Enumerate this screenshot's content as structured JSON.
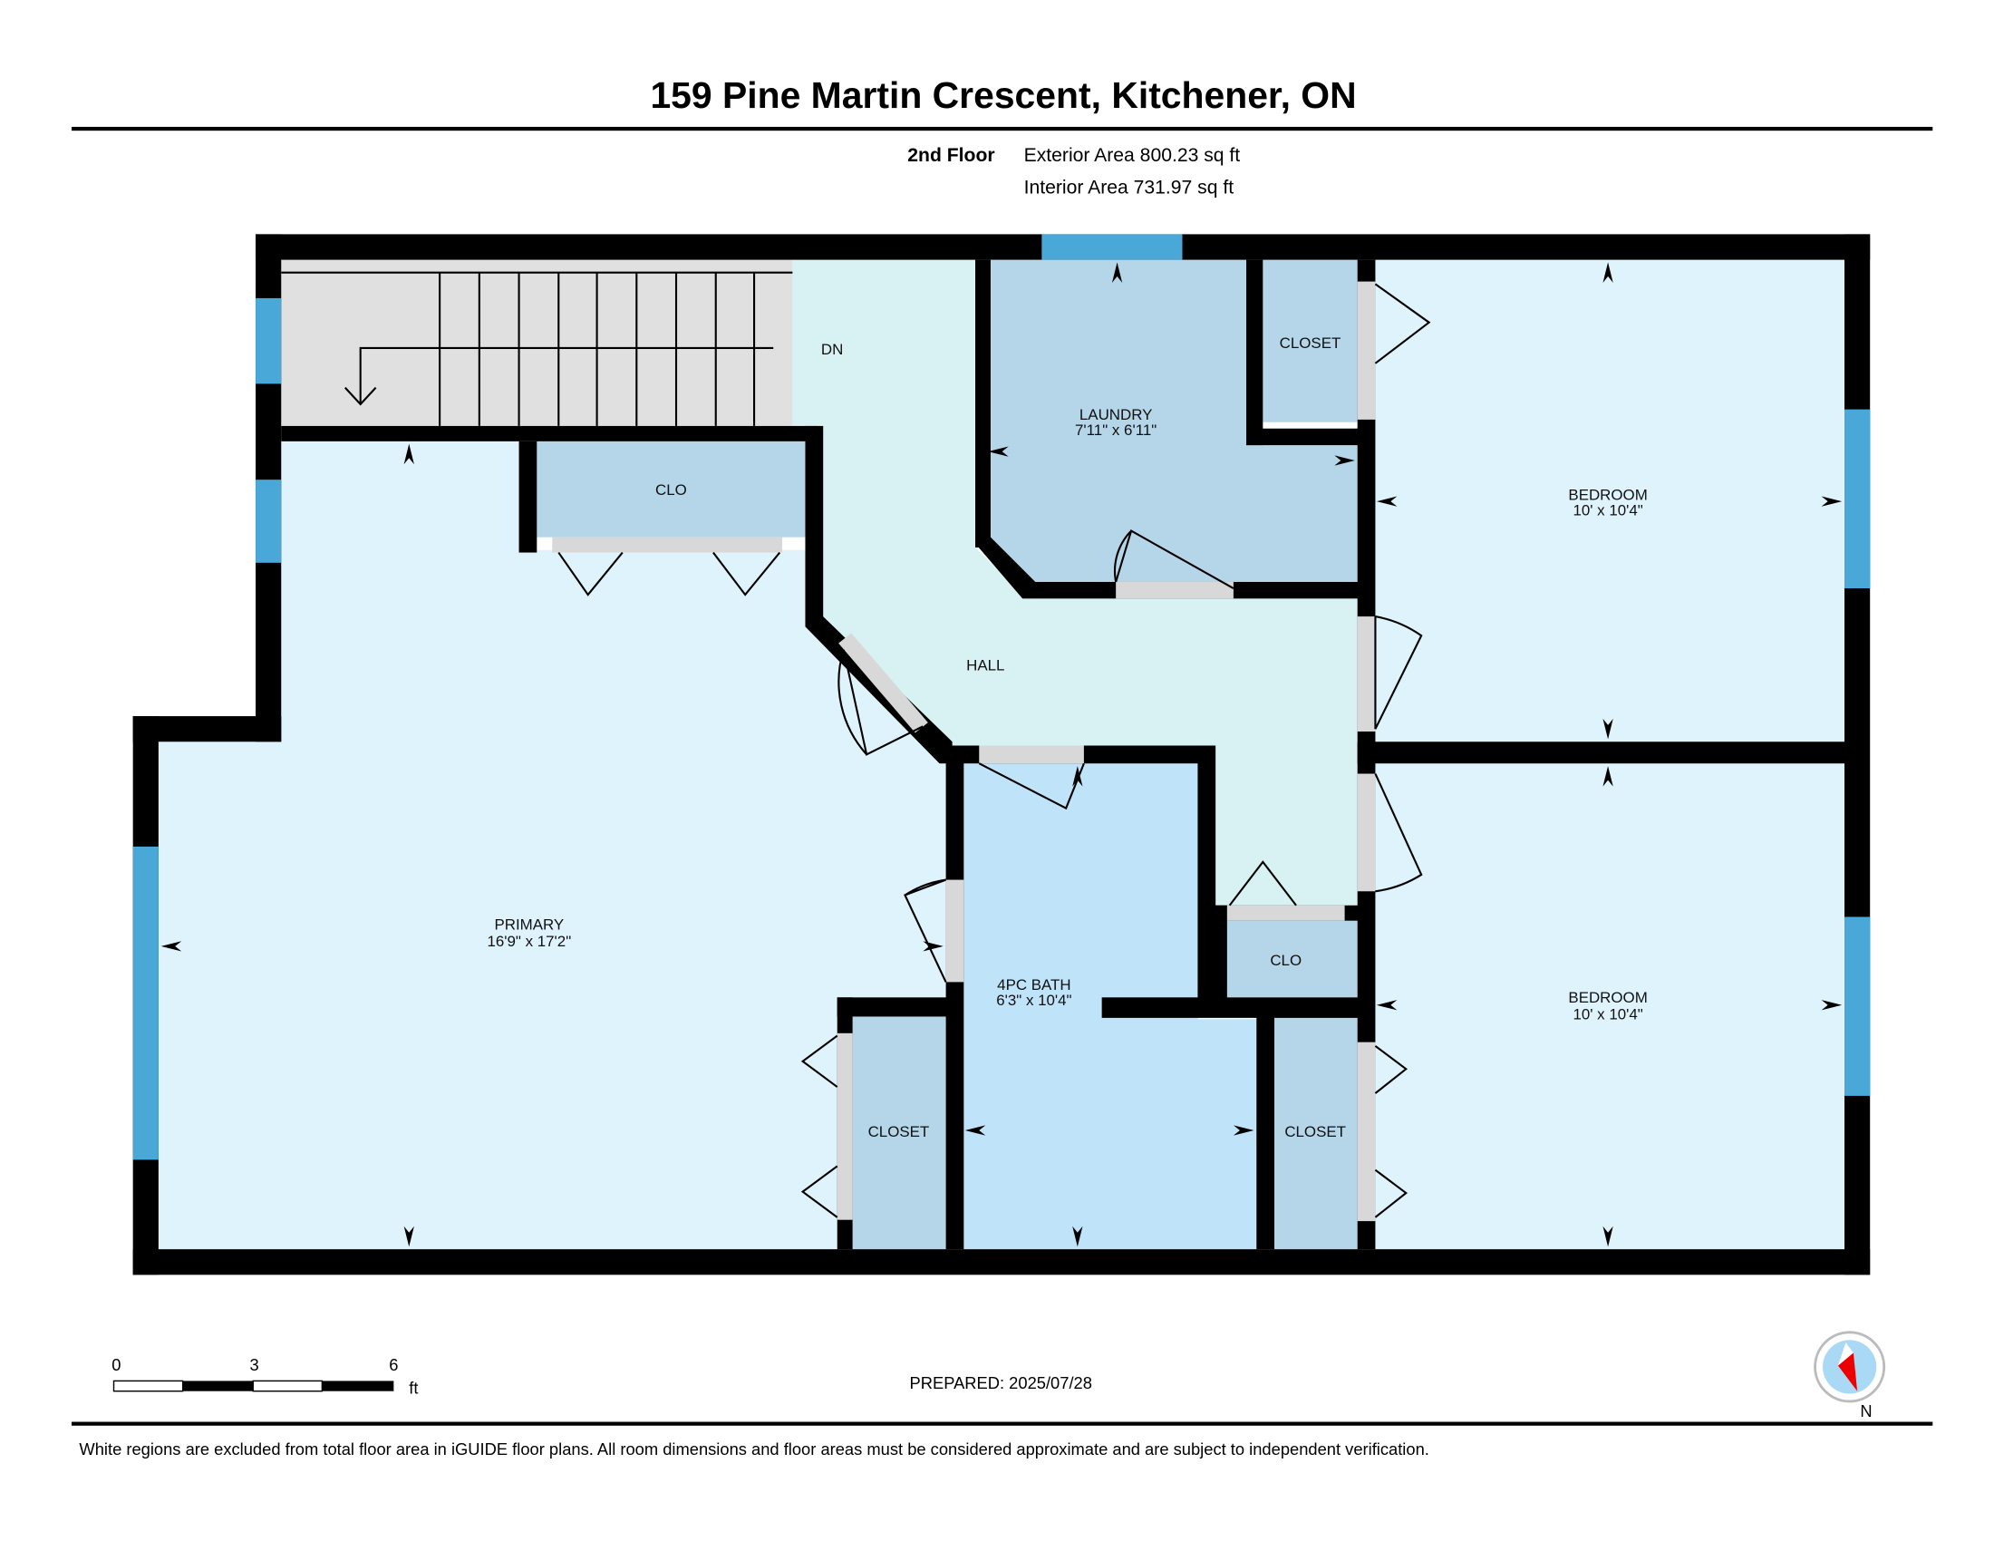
{
  "header": {
    "title": "159 Pine Martin Crescent, Kitchener, ON",
    "floor": "2nd Floor",
    "exterior_area": "Exterior Area 800.23 sq ft",
    "interior_area": "Interior Area 731.97 sq ft"
  },
  "rooms": {
    "stairs": "DN",
    "laundry": {
      "name": "LAUNDRY",
      "dims": "7'11\" x 6'11\""
    },
    "closet_top": "CLOSET",
    "bedroom1": {
      "name": "BEDROOM",
      "dims": "10' x 10'4\""
    },
    "bedroom2": {
      "name": "BEDROOM",
      "dims": "10' x 10'4\""
    },
    "clo_primary": "CLO",
    "hall": "HALL",
    "primary": {
      "name": "PRIMARY",
      "dims": "16'9\" x 17'2\""
    },
    "bath": {
      "name": "4PC BATH",
      "dims": "6'3\" x 10'4\""
    },
    "clo_hall": "CLO",
    "closet_left": "CLOSET",
    "closet_right": "CLOSET"
  },
  "scale": {
    "ticks": [
      "0",
      "3",
      "6"
    ],
    "unit": "ft"
  },
  "prepared": "PREPARED: 2025/07/28",
  "compass": {
    "label": "N"
  },
  "disclaimer": "White regions are excluded from total floor area in iGUIDE floor plans. All room dimensions and floor areas must be considered approximate and are subject to independent verification.",
  "colors": {
    "room": "#dff3fd",
    "hall": "#d8f1f2",
    "closet": "#b5d5e8",
    "bath": "#bfe4fa",
    "window": "#4aa8d8",
    "stairs": "#e0e0e0"
  }
}
